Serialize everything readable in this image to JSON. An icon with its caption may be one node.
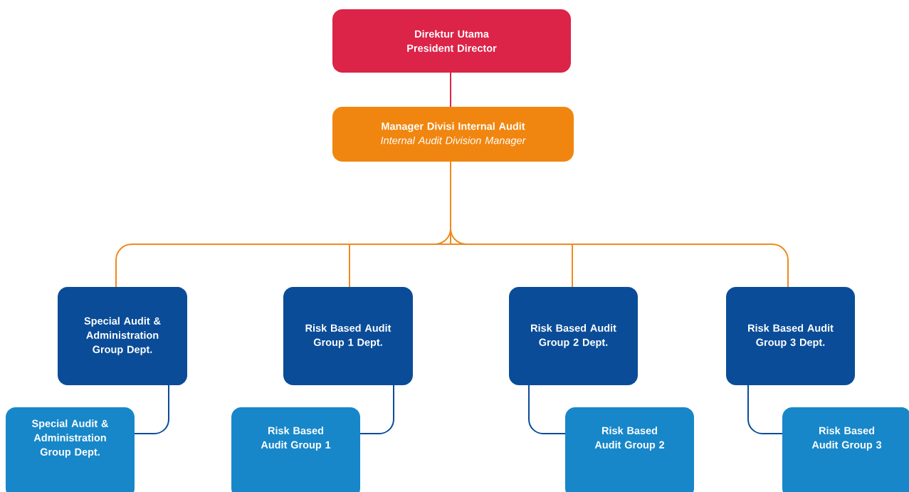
{
  "diagram": {
    "nodes": [
      {
        "text": [
          "Direktur Utama",
          "President Director"
        ]
      },
      {
        "text": [
          "Manager Divisi Internal Audit",
          "Internal Audit Division Manager"
        ]
      },
      {
        "text": [
          "Special Audit & Administration Group Dept."
        ]
      },
      {
        "text": [
          "Risk Based Audit Group 1 Dept."
        ]
      },
      {
        "text": [
          "Risk Based Audit Group 2 Dept."
        ]
      },
      {
        "text": [
          "Risk Based Audit Group 3 Dept."
        ]
      },
      {
        "text": [
          "Special Audit & Administration Group Dept."
        ]
      },
      {
        "text": [
          "Risk Based Audit Group 1"
        ]
      },
      {
        "text": [
          "Risk Based Audit Group 2"
        ]
      },
      {
        "text": [
          "Risk Based Audit Group 3"
        ]
      }
    ],
    "edges": [
      {
        "from": 0,
        "to": 1,
        "arrow": "none",
        "color": "#dc2348"
      },
      {
        "from": 1,
        "to": 2,
        "arrow": "none",
        "color": "#f08a1e"
      },
      {
        "from": 1,
        "to": 3,
        "arrow": "none",
        "color": "#f08a1e"
      },
      {
        "from": 1,
        "to": 4,
        "arrow": "none",
        "color": "#f08a1e"
      },
      {
        "from": 1,
        "to": 5,
        "arrow": "none",
        "color": "#f08a1e"
      },
      {
        "from": 2,
        "to": 6,
        "arrow": "none",
        "color": "#0a4c98"
      },
      {
        "from": 3,
        "to": 7,
        "arrow": "none",
        "color": "#0a4c98"
      },
      {
        "from": 4,
        "to": 8,
        "arrow": "none",
        "color": "#0a4c98"
      },
      {
        "from": 5,
        "to": 9,
        "arrow": "none",
        "color": "#0a4c98"
      }
    ]
  }
}
